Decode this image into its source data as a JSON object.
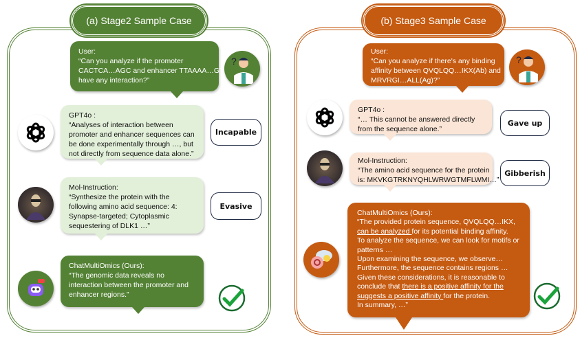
{
  "colors": {
    "green_dark": "#548235",
    "green_light": "#e2efd9",
    "orange_dark": "#c55a11",
    "orange_light": "#fbe5d6",
    "check": "#1aa33a"
  },
  "left": {
    "title": "(a) Stage2 Sample Case",
    "user": {
      "speaker": "User:",
      "lines": [
        "“Can you analyze if the promoter",
        "CACTCA…AGC and enhancer TTAAAA…GTT",
        "have any interaction?”"
      ]
    },
    "gpt": {
      "speaker": "GPT4o :",
      "lines": [
        "“Analyses of interaction between",
        "promoter and enhancer sequences can",
        "be done experimentally through …, but",
        "not directly from sequence data alone.”"
      ],
      "verdict": "Incapable"
    },
    "mol": {
      "speaker": "Mol-Instruction:",
      "lines": [
        "“Synthesize the protein with the",
        "following amino acid sequence: 4:",
        "Synapse-targeted; Cytoplasmic",
        "sequestering of DLK1 …”"
      ],
      "verdict": "Evasive"
    },
    "ours": {
      "speaker": "ChatMultiOmics (Ours):",
      "lines": [
        "“The genomic data reveals no",
        "interaction between the promoter and",
        "enhancer regions.”"
      ]
    }
  },
  "right": {
    "title": "(b) Stage3 Sample Case",
    "user": {
      "speaker": "User:",
      "lines": [
        "“Can you analyze if there's any binding",
        "affinity between QVQLQQ…IKX(Ab) and",
        "MRVRGI…ALL(Ag)?”"
      ]
    },
    "gpt": {
      "speaker": "GPT4o :",
      "lines": [
        "“… This cannot be answered directly",
        "from the sequence alone.”"
      ],
      "verdict": "Gave up"
    },
    "mol": {
      "speaker": "Mol-Instruction:",
      "lines": [
        "“The amino acid sequence for the protein",
        "is: MKVKGTRKNYQHLWRWGTMFLWMI…”"
      ],
      "verdict": "Gibberish"
    },
    "ours": {
      "speaker": "ChatMultiOmics (Ours):",
      "l1": "“The provided protein sequence, QVQLQQ…IKX,",
      "l2u": "can be analyzed ",
      "l2": "for its potential binding affinity.",
      "l3": "To analyze the sequence, we can look for motifs or",
      "l4": "patterns …",
      "l5": "Upon examining the sequence, we observe…",
      "l6": "Furthermore, the sequence contains regions …",
      "l7": "Given these considerations, it is reasonable to",
      "l8": "conclude that ",
      "l8u": "there is a positive affinity for the",
      "l9u": "suggests a positive affinity ",
      "l9": "for the protein.",
      "l10": "In summary, …”"
    }
  }
}
